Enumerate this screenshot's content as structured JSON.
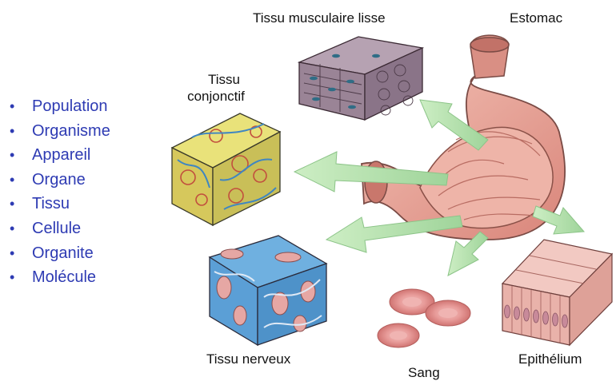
{
  "levels": [
    "Population",
    "Organisme",
    "Appareil",
    "Organe",
    "Tissu",
    "Cellule",
    "Organite",
    "Molécule"
  ],
  "labels": {
    "smooth_muscle": "Tissu musculaire lisse",
    "stomach": "Estomac",
    "connective_line1": "Tissu",
    "connective_line2": "conjonctif",
    "nervous": "Tissu nerveux",
    "blood": "Sang",
    "epithelium": "Epithélium"
  },
  "colors": {
    "bullet_text": "#2e3bb3",
    "arrow": "#b8e3b0",
    "stomach": "#e9a79a",
    "muscle": "#9a8496",
    "nervous_blue": "#5b9fd6",
    "blood": "#e69a98"
  }
}
